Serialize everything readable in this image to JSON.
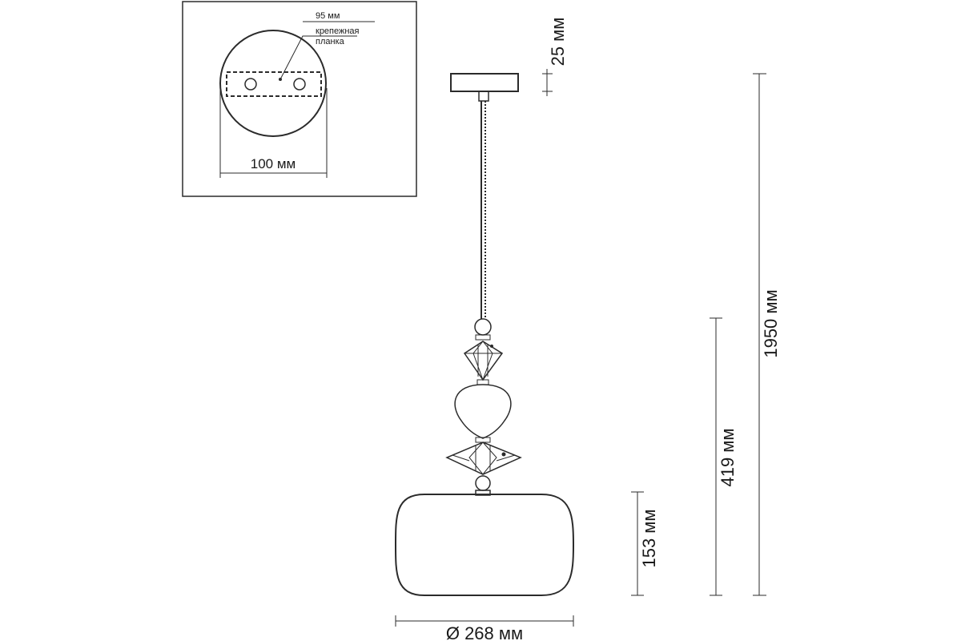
{
  "inset": {
    "plate_width_label": "95 мм",
    "bracket_label_line1": "крепежная",
    "bracket_label_line2": "планка",
    "canopy_diameter_label": "100 мм"
  },
  "dimensions": {
    "canopy_height": "25 мм",
    "total_height": "1950 мм",
    "body_height": "419 мм",
    "shade_height": "153 мм",
    "shade_diameter": "Ø 268 мм"
  },
  "colors": {
    "line": "#2b2b2b",
    "text": "#1a1a1a",
    "background": "#ffffff"
  }
}
